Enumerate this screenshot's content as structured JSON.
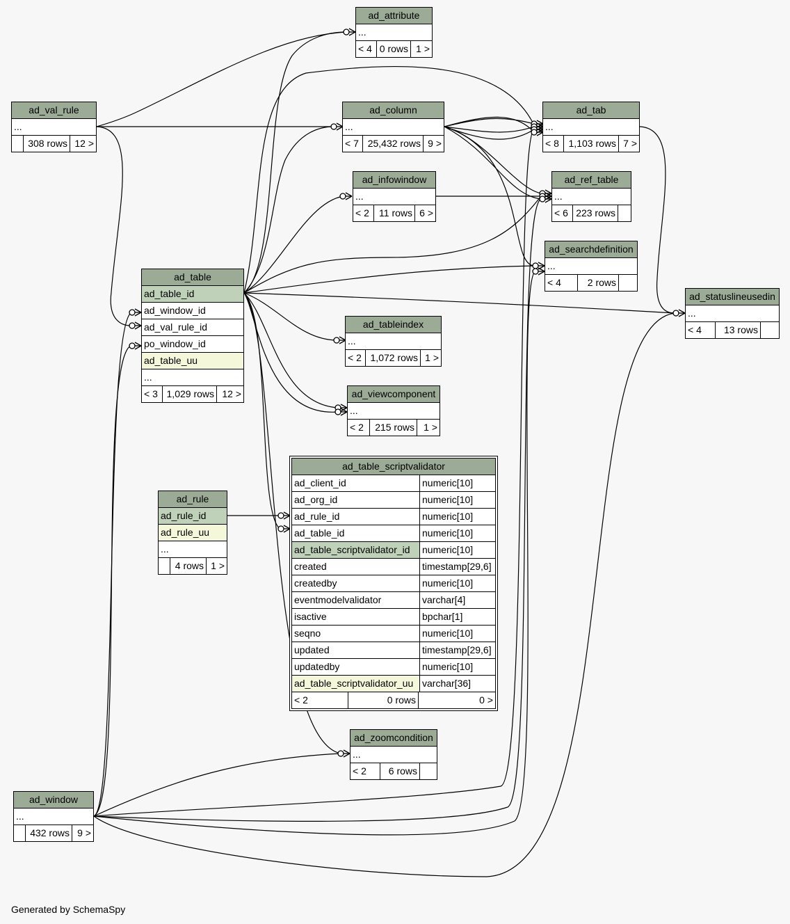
{
  "tables": {
    "ad_attribute": {
      "name": "ad_attribute",
      "rows": [
        "..."
      ],
      "footer": [
        "< 4",
        "0 rows",
        "1 >"
      ]
    },
    "ad_val_rule": {
      "name": "ad_val_rule",
      "rows": [
        "..."
      ],
      "footer": [
        "",
        "308 rows",
        "12 >"
      ]
    },
    "ad_column": {
      "name": "ad_column",
      "rows": [
        "..."
      ],
      "footer": [
        "< 7",
        "25,432 rows",
        "9 >"
      ]
    },
    "ad_tab": {
      "name": "ad_tab",
      "rows": [
        "..."
      ],
      "footer": [
        "< 8",
        "1,103 rows",
        "7 >"
      ]
    },
    "ad_infowindow": {
      "name": "ad_infowindow",
      "rows": [
        "..."
      ],
      "footer": [
        "< 2",
        "11 rows",
        "6 >"
      ]
    },
    "ad_ref_table": {
      "name": "ad_ref_table",
      "rows": [
        "..."
      ],
      "footer": [
        "< 6",
        "223 rows",
        ""
      ]
    },
    "ad_searchdefinition": {
      "name": "ad_searchdefinition",
      "rows": [
        "..."
      ],
      "footer": [
        "< 4",
        "2 rows",
        ""
      ]
    },
    "ad_statuslineusedin": {
      "name": "ad_statuslineusedin",
      "rows": [
        "..."
      ],
      "footer": [
        "< 4",
        "13 rows",
        ""
      ]
    },
    "ad_table": {
      "name": "ad_table",
      "rows": [
        "ad_table_id",
        "ad_window_id",
        "ad_val_rule_id",
        "po_window_id",
        "ad_table_uu",
        "..."
      ],
      "footer": [
        "< 3",
        "1,029 rows",
        "12 >"
      ]
    },
    "ad_tableindex": {
      "name": "ad_tableindex",
      "rows": [
        "..."
      ],
      "footer": [
        "< 2",
        "1,072 rows",
        "1 >"
      ]
    },
    "ad_viewcomponent": {
      "name": "ad_viewcomponent",
      "rows": [
        "..."
      ],
      "footer": [
        "< 2",
        "215 rows",
        "1 >"
      ]
    },
    "ad_rule": {
      "name": "ad_rule",
      "rows": [
        "ad_rule_id",
        "ad_rule_uu",
        "..."
      ],
      "footer": [
        "",
        "4 rows",
        "1 >"
      ]
    },
    "ad_table_scriptvalidator": {
      "name": "ad_table_scriptvalidator",
      "columns": [
        [
          "ad_client_id",
          "numeric[10]"
        ],
        [
          "ad_org_id",
          "numeric[10]"
        ],
        [
          "ad_rule_id",
          "numeric[10]"
        ],
        [
          "ad_table_id",
          "numeric[10]"
        ],
        [
          "ad_table_scriptvalidator_id",
          "numeric[10]"
        ],
        [
          "created",
          "timestamp[29,6]"
        ],
        [
          "createdby",
          "numeric[10]"
        ],
        [
          "eventmodelvalidator",
          "varchar[4]"
        ],
        [
          "isactive",
          "bpchar[1]"
        ],
        [
          "seqno",
          "numeric[10]"
        ],
        [
          "updated",
          "timestamp[29,6]"
        ],
        [
          "updatedby",
          "numeric[10]"
        ],
        [
          "ad_table_scriptvalidator_uu",
          "varchar[36]"
        ]
      ],
      "footer": [
        "< 2",
        "0 rows",
        "0 >"
      ]
    },
    "ad_zoomcondition": {
      "name": "ad_zoomcondition",
      "rows": [
        "..."
      ],
      "footer": [
        "< 2",
        "6 rows",
        ""
      ]
    },
    "ad_window": {
      "name": "ad_window",
      "rows": [
        "..."
      ],
      "footer": [
        "",
        "432 rows",
        "9 >"
      ]
    }
  },
  "footer_text": "Generated by SchemaSpy"
}
